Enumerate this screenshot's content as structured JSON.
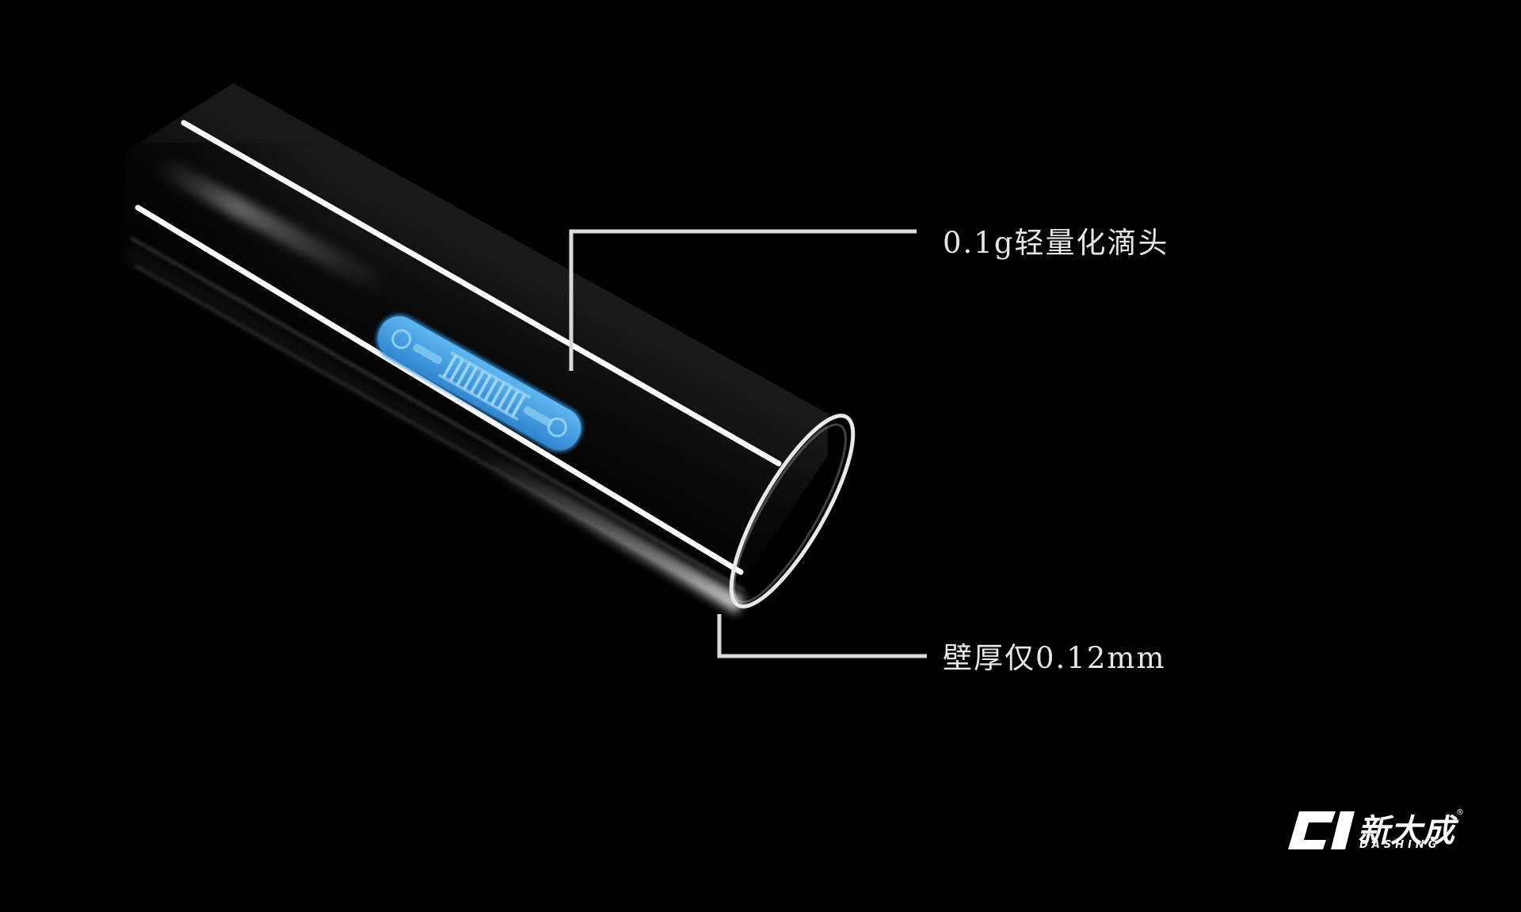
{
  "callouts": {
    "emitter": "0.1g轻量化滴头",
    "wall": "壁厚仅0.12mm"
  },
  "brand": {
    "name_cn": "新大成",
    "name_en": "DASHING",
    "registered_mark": "®",
    "logo_icon": "ci-logo-icon"
  },
  "colors": {
    "background": "#000000",
    "tube_highlight": "#ffffff",
    "emitter_blue": "#4aa6e6",
    "callout_line": "#d9d9d9"
  }
}
